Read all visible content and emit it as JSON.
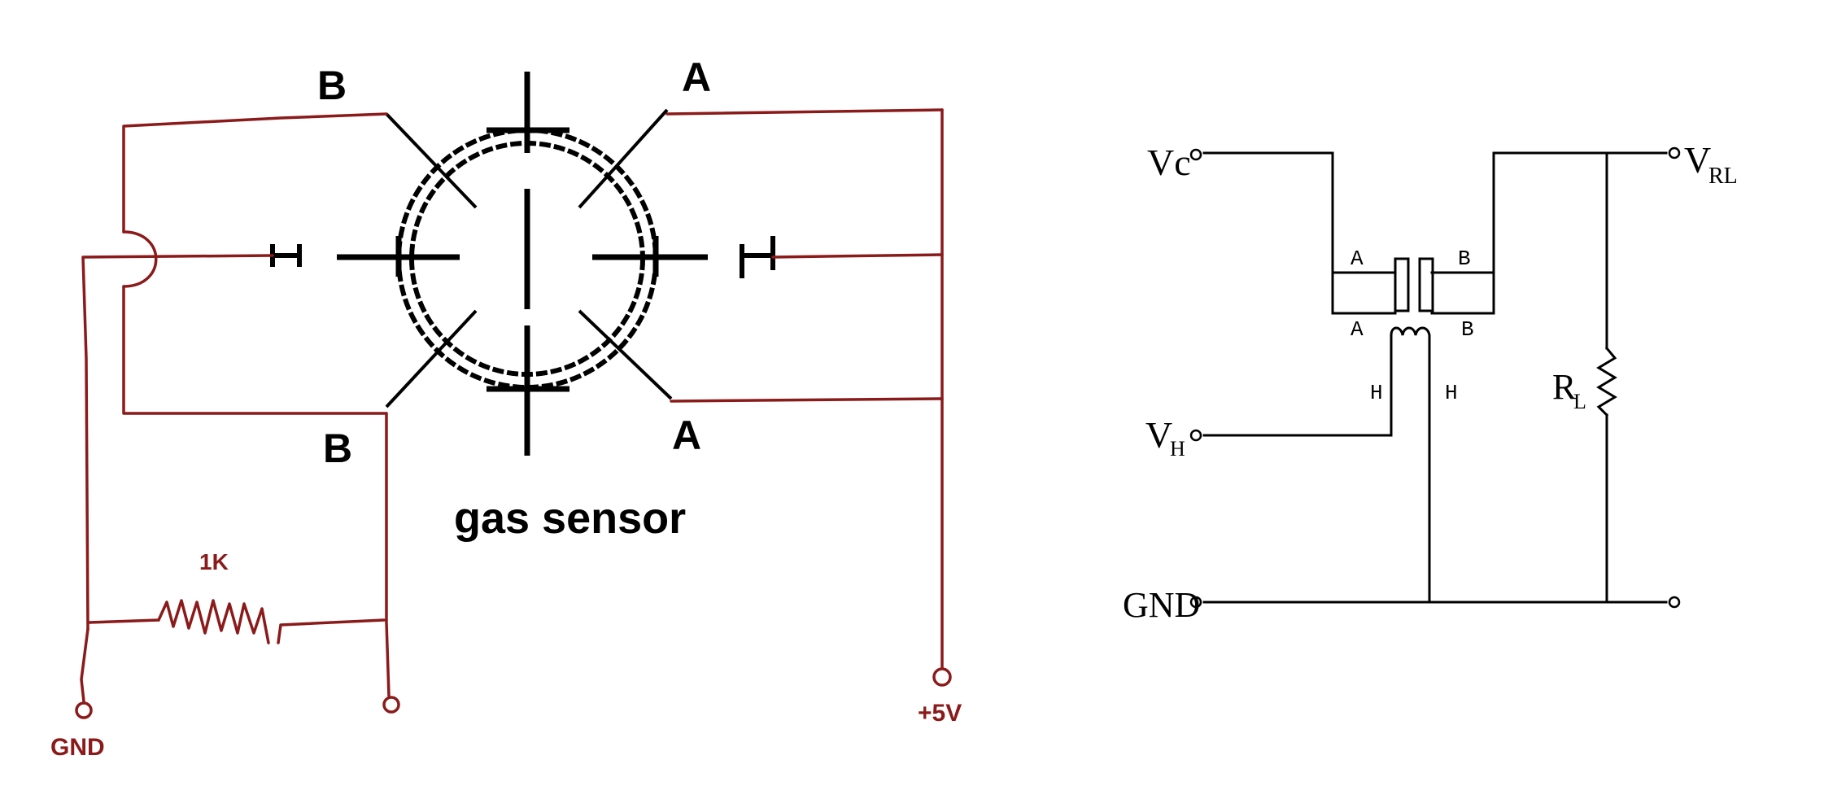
{
  "left_diagram": {
    "sensor_caption": "gas sensor",
    "pins": {
      "b_top": "B",
      "b_bottom": "B",
      "a_top": "A",
      "a_bottom": "A"
    },
    "resistor_label": "1K",
    "terminals": {
      "gnd": "GND",
      "vcc": "+5V"
    },
    "colors": {
      "wire": "#8b1a1a",
      "sensor": "#000000"
    }
  },
  "right_diagram": {
    "terminals": {
      "vc": "Vc",
      "vh_main": "V",
      "vh_sub": "H",
      "vrl_main": "V",
      "vrl_sub": "RL",
      "gnd": "GND"
    },
    "pins": {
      "a_upper": "A",
      "a_lower": "A",
      "b_upper": "B",
      "b_lower": "B",
      "h_left": "H",
      "h_right": "H"
    },
    "resistor": {
      "main": "R",
      "sub": "L"
    }
  }
}
